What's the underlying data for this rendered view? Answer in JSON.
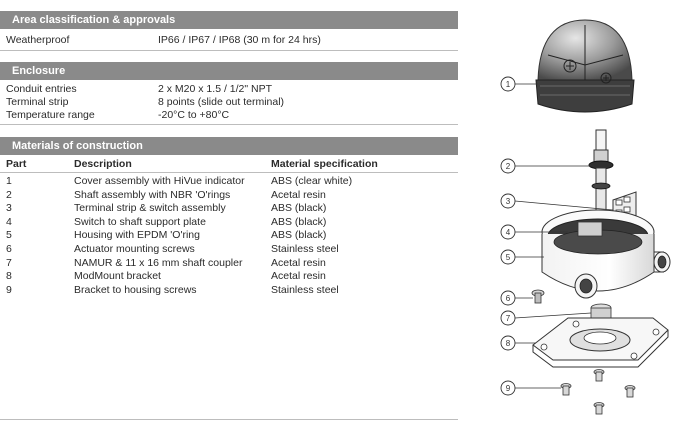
{
  "area": {
    "header": "Area classification & approvals",
    "rows": [
      {
        "label": "Weatherproof",
        "value": "IP66 / IP67 / IP68 (30 m for 24 hrs)"
      }
    ]
  },
  "enclosure": {
    "header": "Enclosure",
    "rows": [
      {
        "label": "Conduit entries",
        "value": "2 x M20 x 1.5 / 1/2\" NPT"
      },
      {
        "label": "Terminal strip",
        "value": "8 points (slide out terminal)"
      },
      {
        "label": "Temperature range",
        "value": "-20°C to +80°C"
      }
    ]
  },
  "materials": {
    "header": "Materials of construction",
    "columns": [
      "Part",
      "Description",
      "Material specification"
    ],
    "rows": [
      {
        "part": "1",
        "description": "Cover assembly with HiVue indicator",
        "material": "ABS (clear white)"
      },
      {
        "part": "2",
        "description": "Shaft assembly with NBR 'O'rings",
        "material": "Acetal resin"
      },
      {
        "part": "3",
        "description": "Terminal strip & switch assembly",
        "material": "ABS (black)"
      },
      {
        "part": "4",
        "description": "Switch to shaft support plate",
        "material": "ABS (black)"
      },
      {
        "part": "5",
        "description": "Housing with EPDM 'O'ring",
        "material": "ABS (black)"
      },
      {
        "part": "6",
        "description": "Actuator mounting screws",
        "material": "Stainless steel"
      },
      {
        "part": "7",
        "description": "NAMUR & 11 x 16 mm shaft coupler",
        "material": "Acetal resin"
      },
      {
        "part": "8",
        "description": "ModMount bracket",
        "material": "Acetal resin"
      },
      {
        "part": "9",
        "description": "Bracket to housing screws",
        "material": "Stainless steel"
      }
    ]
  },
  "diagram": {
    "callouts": [
      "1",
      "2",
      "3",
      "4",
      "5",
      "6",
      "7",
      "8",
      "9"
    ]
  }
}
